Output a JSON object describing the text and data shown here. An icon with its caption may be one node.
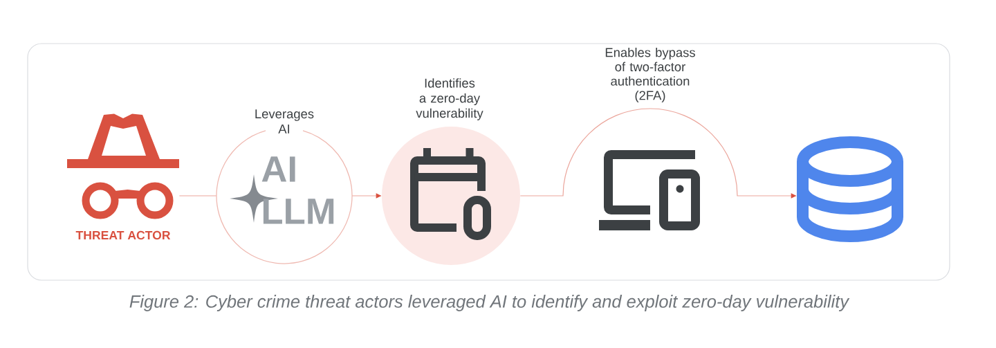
{
  "diagram": {
    "caption": "Figure 2: Cyber crime threat actors leveraged AI to identify and exploit zero-day vulnerability",
    "nodes": [
      {
        "text": [
          "THREAT ACTOR"
        ]
      },
      {
        "text": [
          "Leverages AI",
          "AI LLM"
        ]
      },
      {
        "text": [
          "Identifies a zero-day vulnerability"
        ]
      },
      {
        "text": [],
        "shape": "picture"
      },
      {
        "text": [],
        "shape": "cylinder"
      }
    ],
    "edges": [
      {
        "from": 0,
        "to": 1,
        "arrow": "none"
      },
      {
        "from": 1,
        "to": 2,
        "arrow": "to"
      },
      {
        "from": 2,
        "to": 4,
        "arrow": "to",
        "label": "Enables bypass of two-factor authentication (2FA)"
      }
    ]
  }
}
